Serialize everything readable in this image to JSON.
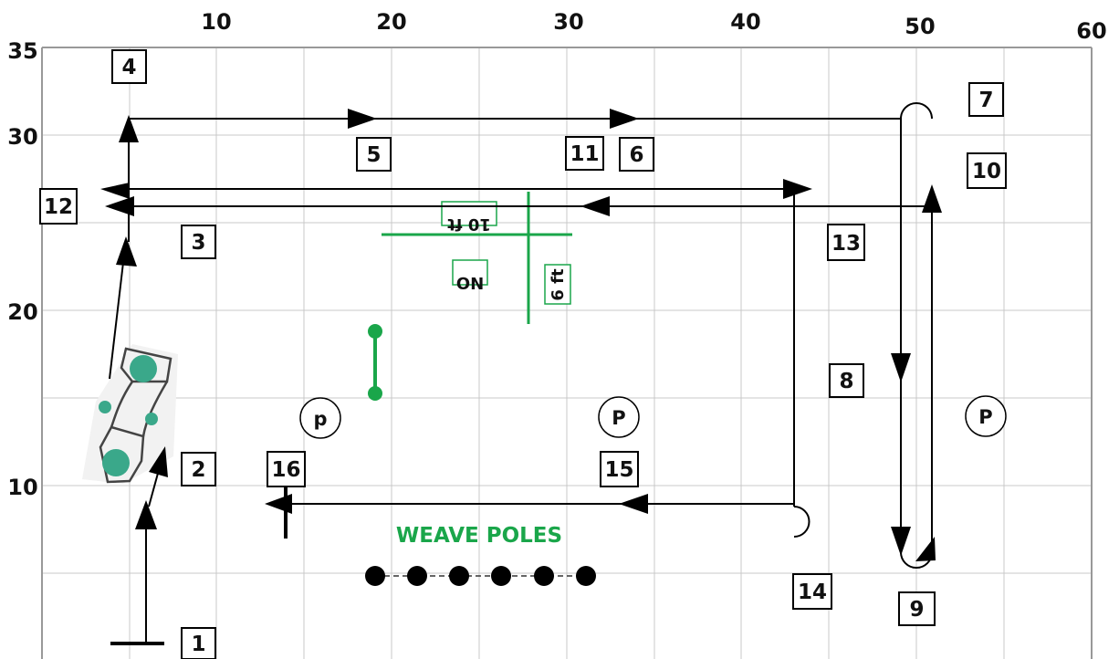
{
  "axes": {
    "x_ticks": [
      "10",
      "20",
      "30",
      "40",
      "50",
      "60"
    ],
    "y_ticks": [
      "35",
      "30",
      "20",
      "10"
    ]
  },
  "sequence_labels": [
    "1",
    "2",
    "3",
    "4",
    "5",
    "6",
    "7",
    "8",
    "9",
    "10",
    "11",
    "12",
    "13",
    "14",
    "15",
    "16"
  ],
  "pause_markers": [
    "p",
    "P",
    "P"
  ],
  "annotations": {
    "weave_poles": "WEAVE POLES",
    "measure_horizontal": "10 ft",
    "measure_vertical": "6 ft",
    "no_label": "NO"
  },
  "colors": {
    "grid": "#c8c8c8",
    "path": "#000000",
    "green": "#1aa64a",
    "tire_fill": "#3aa88a"
  }
}
